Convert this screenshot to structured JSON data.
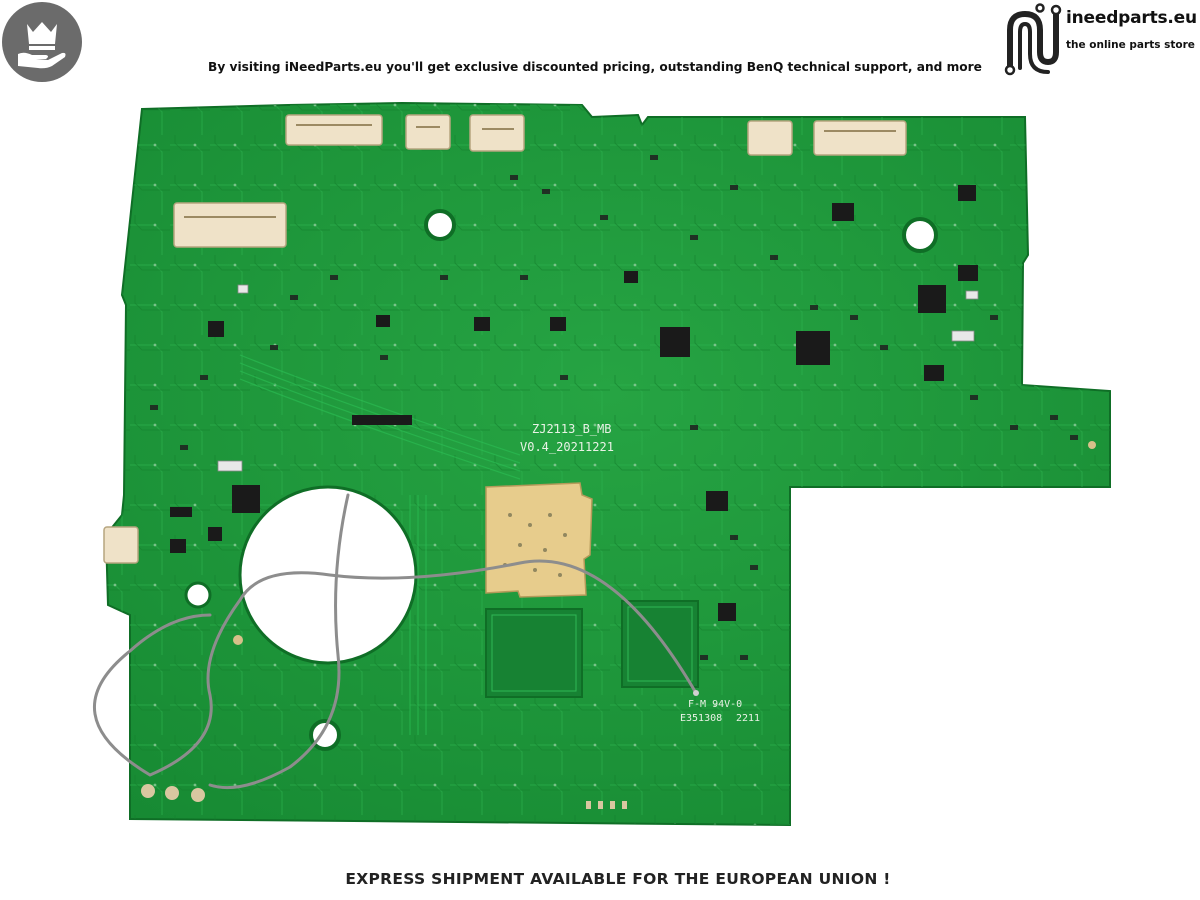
{
  "header": {
    "promo_text": "By visiting iNeedParts.eu you'll get exclusive discounted pricing, outstanding BenQ technical support, and more",
    "crown_icon": "crown-in-hand-icon",
    "badge_color": "#6b6b6b"
  },
  "brand": {
    "name": "ineedparts.eu",
    "tagline": "the online parts store",
    "logo_icon": "circuit-n-logo-icon"
  },
  "board": {
    "silkscreen_model": "ZJ2113_B_MB",
    "silkscreen_version": "V0.4_20211221",
    "ul_mark": "F-M 94V-0",
    "ul_code": "E351308",
    "date_code": "2211",
    "pcb_color": "#1f9a3a"
  },
  "footer": {
    "shipping_text": "EXPRESS SHIPMENT AVAILABLE FOR THE EUROPEAN UNION !"
  }
}
